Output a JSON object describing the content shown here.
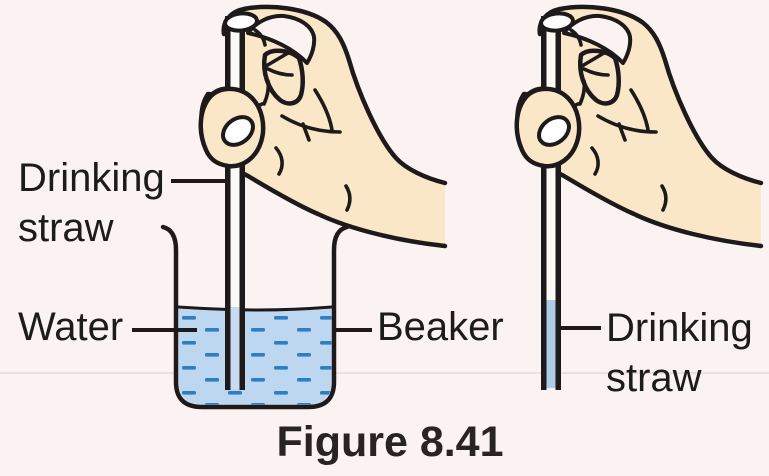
{
  "caption": "Figure 8.41",
  "labels": {
    "drinking_straw_left": "Drinking\nstraw",
    "water": "Water",
    "beaker": "Beaker",
    "drinking_straw_right": "Drinking\nstraw"
  },
  "colors": {
    "bg": "#FAF3F1",
    "outline": "#1E1A1B",
    "skin": "#FAE7C7",
    "nail": "#FFFFFF",
    "water": "#BDD7F0",
    "water_dash": "#2F7EC1",
    "straw_water": "#AECBE8",
    "straw_inner": "#FBF9F6",
    "straw_inner_submerged": "#C9DCEF",
    "text": "#1C1C1C",
    "caption_text": "#292424",
    "fold_line": "#E7E2E1"
  }
}
